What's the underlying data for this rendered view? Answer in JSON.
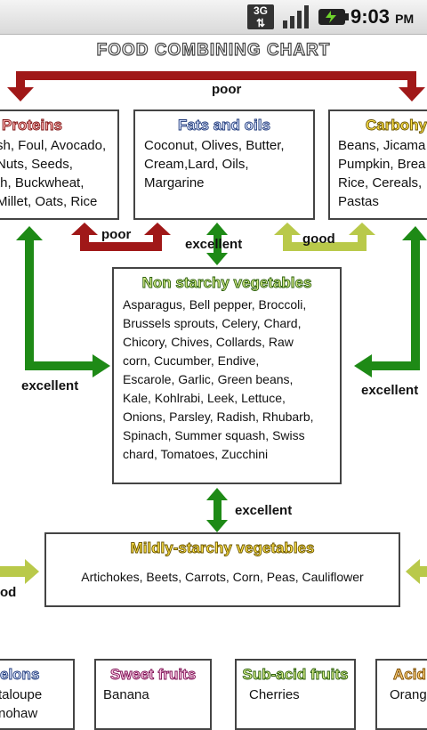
{
  "status_bar": {
    "network": "3G",
    "time": "9:03",
    "ampm": "PM"
  },
  "title": "FOOD COMBINING CHART",
  "labels": {
    "poor_top": "poor",
    "poor_mid": "poor",
    "excellent_center": "excellent",
    "good_mid": "good",
    "excellent_left": "excellent",
    "excellent_right": "excellent",
    "excellent_lower": "excellent",
    "good_bottom_left": "od"
  },
  "boxes": {
    "proteins": {
      "title": "Proteins",
      "body": "sh, Foul, Avocado,\n Nuts, Seeds,\nth, Buckwheat,\n Millet, Oats, Rice"
    },
    "fats": {
      "title": "Fats and oils",
      "body": "Coconut, Olives, Butter,\nCream,Lard, Oils,\nMargarine"
    },
    "carbs": {
      "title": "Carbohy",
      "body": "Beans, Jicama\nPumpkin, Brea\nRice, Cereals,\nPastas"
    },
    "nonstarchy": {
      "title": "Non starchy vegetables",
      "body": "Asparagus, Bell pepper, Broccoli,\nBrussels sprouts, Celery, Chard,\nChicory, Chives, Collards, Raw\ncorn, Cucumber, Endive,\nEscarole, Garlic, Green beans,\nKale, Kohlrabi, Leek, Lettuce,\nOnions, Parsley, Radish, Rhubarb,\nSpinach, Summer squash, Swiss\nchard, Tomatoes, Zucchini"
    },
    "mildly": {
      "title": "Mildly-starchy vegetables",
      "body": "Artichokes, Beets, Carrots, Corn, Peas, Cauliflower"
    },
    "melons": {
      "title": "elons",
      "body": "taloupe\nnohaw"
    },
    "sweet": {
      "title": "Sweet fruits",
      "body": "Banana"
    },
    "subacid": {
      "title": "Sub-acid fruits",
      "body": "Cherries"
    },
    "acid": {
      "title": "Acid",
      "body": "Orang"
    }
  },
  "colors": {
    "poor": "#a01818",
    "excellent": "#1e8a16",
    "good": "#b9c94a"
  }
}
